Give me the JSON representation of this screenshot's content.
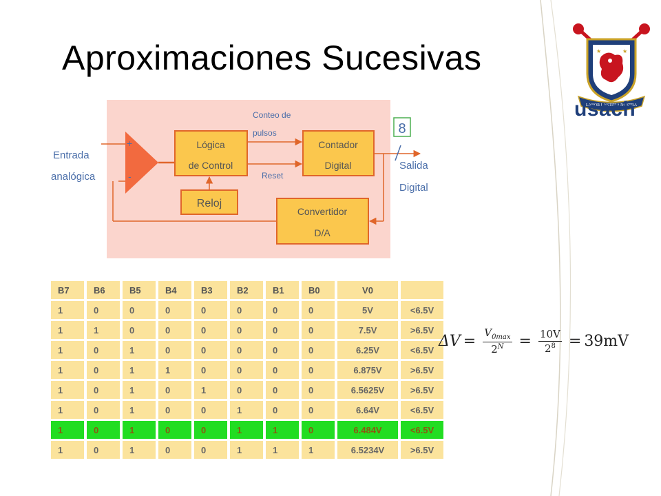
{
  "slide": {
    "title": "Aproximaciones Sucesivas"
  },
  "logo": {
    "text": "usach",
    "motto": "LABOR LAETITIA NOSTRA"
  },
  "diagram": {
    "input_label_1": "Entrada",
    "input_label_2": "analógica",
    "plus": "+",
    "minus": "-",
    "logic_1": "Lógica",
    "logic_2": "de Control",
    "pulses_1": "Conteo de",
    "pulses_2": "pulsos",
    "reset": "Reset",
    "counter_1": "Contador",
    "counter_2": "Digital",
    "clock": "Reloj",
    "dac_1": "Convertidor",
    "dac_2": "D/A",
    "bits": "8",
    "output_1": "Salida",
    "output_2": "Digital",
    "colors": {
      "background": "#fbd5cd",
      "block": "#fbc74d",
      "block_border": "#e0662a",
      "comparator": "#f26a3f",
      "text_blue": "#4a6ea9"
    }
  },
  "table": {
    "headers": [
      "B7",
      "B6",
      "B5",
      "B4",
      "B3",
      "B2",
      "B1",
      "B0",
      "V0",
      ""
    ],
    "rows": [
      [
        "1",
        "0",
        "0",
        "0",
        "0",
        "0",
        "0",
        "0",
        "5V",
        "<6.5V"
      ],
      [
        "1",
        "1",
        "0",
        "0",
        "0",
        "0",
        "0",
        "0",
        "7.5V",
        ">6.5V"
      ],
      [
        "1",
        "0",
        "1",
        "0",
        "0",
        "0",
        "0",
        "0",
        "6.25V",
        "<6.5V"
      ],
      [
        "1",
        "0",
        "1",
        "1",
        "0",
        "0",
        "0",
        "0",
        "6.875V",
        ">6.5V"
      ],
      [
        "1",
        "0",
        "1",
        "0",
        "1",
        "0",
        "0",
        "0",
        "6.5625V",
        ">6.5V"
      ],
      [
        "1",
        "0",
        "1",
        "0",
        "0",
        "1",
        "0",
        "0",
        "6.64V",
        "<6.5V"
      ],
      [
        "1",
        "0",
        "1",
        "0",
        "0",
        "1",
        "1",
        "0",
        "6.484V",
        "<6.5V"
      ],
      [
        "1",
        "0",
        "1",
        "0",
        "0",
        "1",
        "1",
        "1",
        "6.5234V",
        ">6.5V"
      ]
    ],
    "highlight_row": 6,
    "colors": {
      "cell": "#fbe39c",
      "highlight": "#22dd22"
    }
  },
  "formula": {
    "lhs": "ΔV",
    "eq": "=",
    "frac1_num": "V0max",
    "frac1_den": "2N",
    "frac2_num": "10V",
    "frac2_den": "28",
    "result": "39mV"
  }
}
